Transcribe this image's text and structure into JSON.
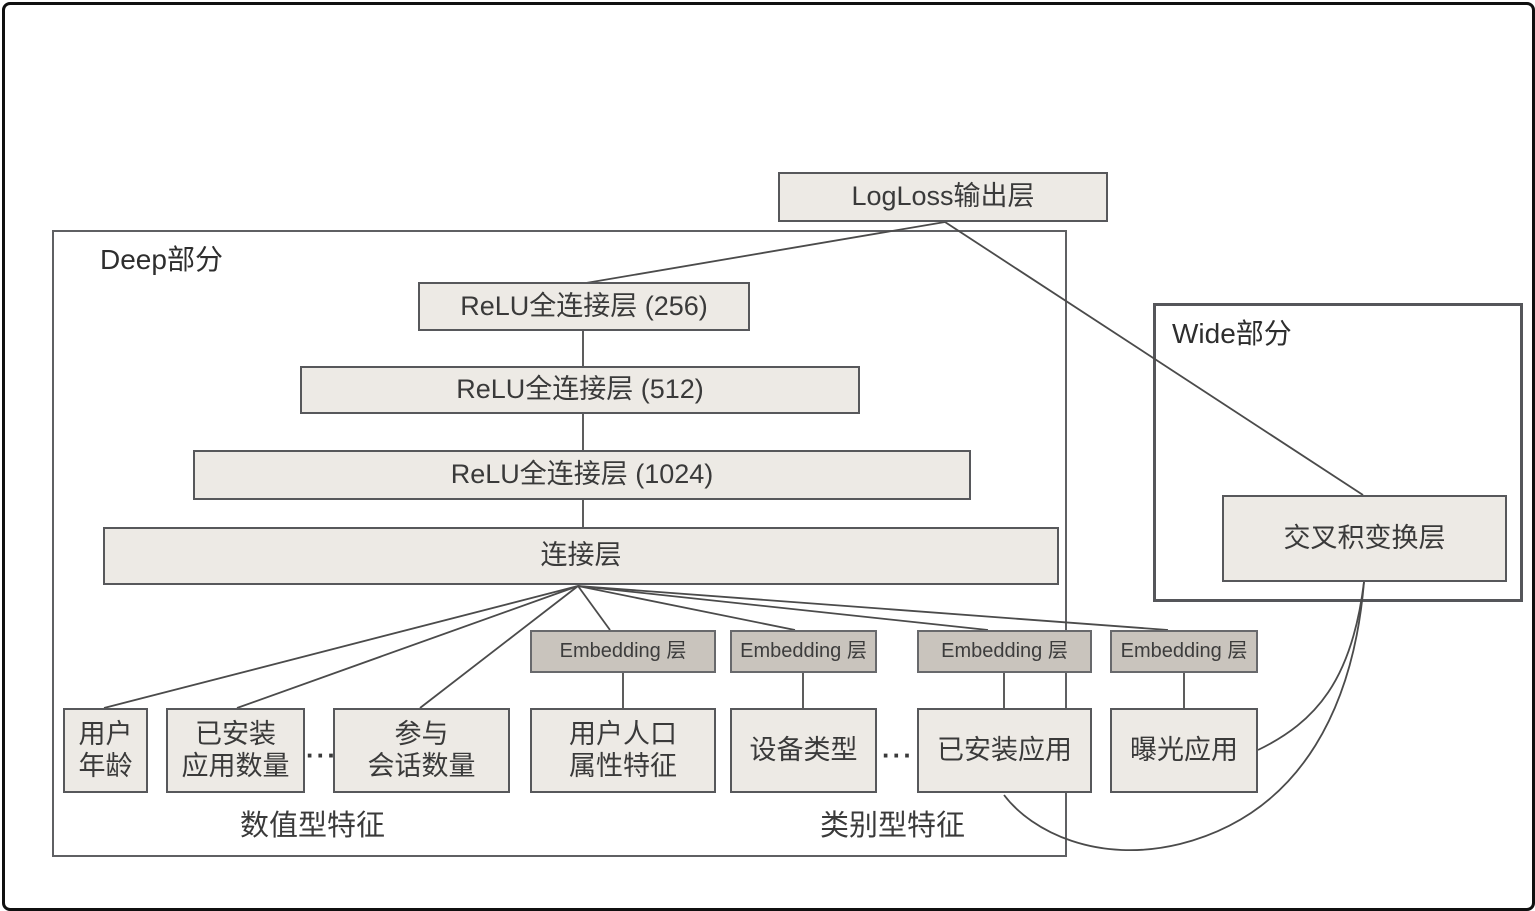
{
  "diagram": {
    "output_layer": "LogLoss输出层",
    "deep": {
      "label": "Deep部分",
      "layers": [
        "ReLU全连接层 (256)",
        "ReLU全连接层 (512)",
        "ReLU全连接层 (1024)",
        "连接层"
      ],
      "embedding_label": "Embedding 层"
    },
    "wide": {
      "label": "Wide部分",
      "cross_layer": "交叉积变换层"
    },
    "features": [
      "用户\n年龄",
      "已安装\n应用数量",
      "参与\n会话数量",
      "用户人口\n属性特征",
      "设备类型",
      "已安装应用",
      "曝光应用"
    ],
    "group_labels": {
      "numeric": "数值型特征",
      "categorical": "类别型特征"
    },
    "ellipsis": "···",
    "colors": {
      "box_fill": "#edeae5",
      "embedding_fill": "#c9c4bd",
      "border": "#57585b",
      "line": "#4b4b4b",
      "frame": "#101010"
    }
  }
}
